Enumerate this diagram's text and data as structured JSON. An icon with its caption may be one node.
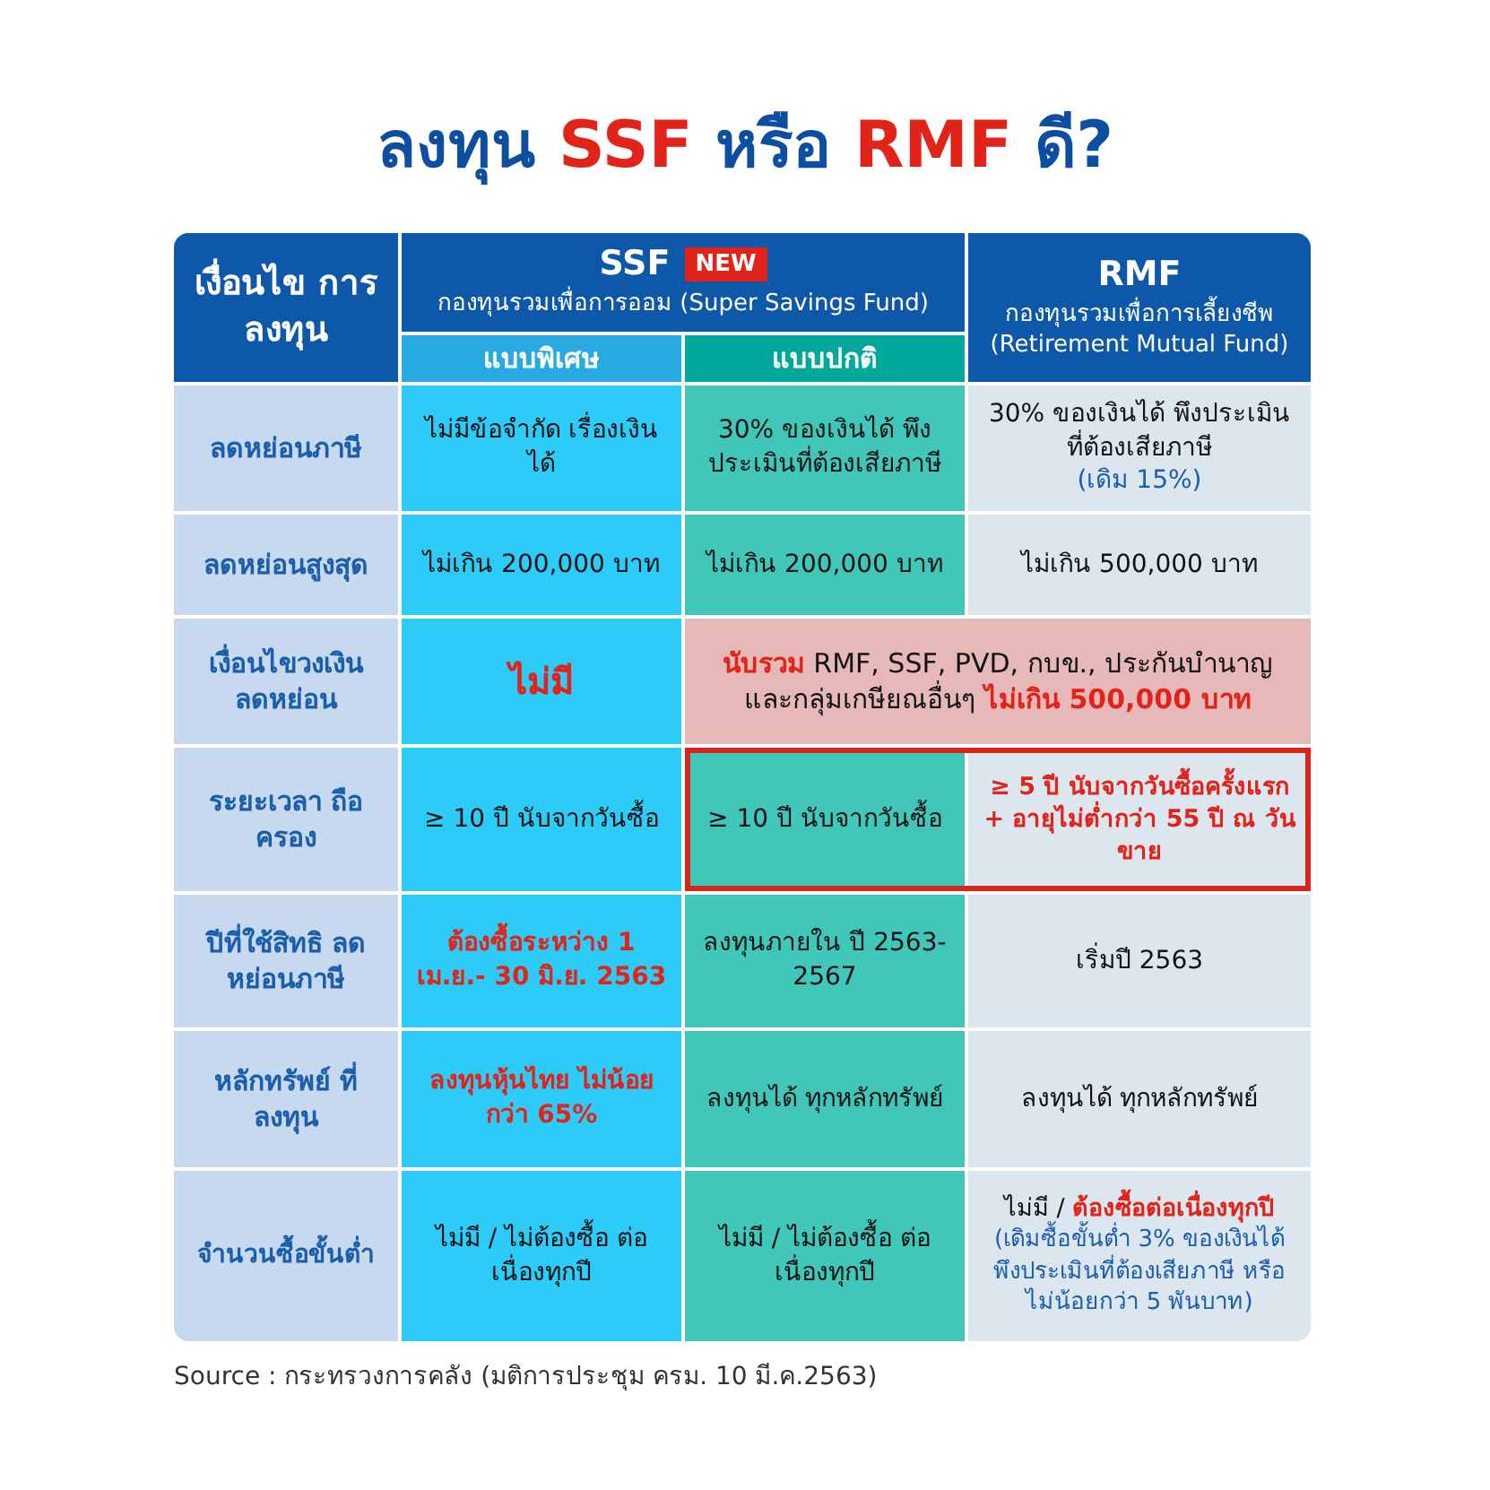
{
  "diagram": {
    "title": "ลงทุน **SSF** หรือ **RMF** ดี?",
    "caption": "Source : กระทรวงการคลัง (มติการประชุม ครม. 10 มี.ค.2563)",
    "labels": [
      "เงื่อนไข การลงทุน",
      "SSF",
      "NEW",
      "กองทุนรวมเพื่อการออม (Super Savings Fund)",
      "RMF",
      "กองทุนรวมเพื่อการเลี้ยงชีพ (Retirement Mutual Fund)",
      "แบบพิเศษ",
      "แบบปกติ",
      "ลดหย่อนภาษี",
      "ไม่มีข้อจำกัด เรื่องเงินได้",
      "30% ของเงินได้ พึงประเมินที่ต้องเสียภาษี",
      "30% ของเงินได้ พึงประเมินที่ต้องเสียภาษี",
      "(เดิม 15%)",
      "ลดหย่อนสูงสุด",
      "ไม่เกิน 200,000 บาท",
      "ไม่เกิน 200,000 บาท",
      "ไม่เกิน 500,000 บาท",
      "เงื่อนไขวงเงิน ลดหย่อน",
      "ไม่มี",
      "**นับรวม** RMF, SSF, PVD, กบข., ประกันบำนาญ และกลุ่มเกษียณอื่นๆ **ไม่เกิน 500,000 บาท**",
      "ระยะเวลา ถือครอง",
      "≥ 10 ปี นับจากวันซื้อ",
      "≥ 10 ปี นับจากวันซื้อ",
      "≥ 5 ปี นับจากวันซื้อครั้งแรก + อายุไม่ต่ำกว่า 55 ปี ณ วันขาย",
      "ปีที่ใช้สิทธิ ลดหย่อนภาษี",
      "ต้องซื้อระหว่าง 1 เม.ย.- 30 มิ.ย. 2563",
      "ลงทุนภายใน ปี 2563-2567",
      "เริ่มปี 2563",
      "หลักทรัพย์ ที่ลงทุน",
      "ลงทุนหุ้นไทย ไม่น้อยกว่า 65%",
      "ลงทุนได้ ทุกหลักทรัพย์",
      "ลงทุนได้ ทุกหลักทรัพย์",
      "จำนวนซื้อขั้นต่ำ",
      "ไม่มี / ไม่ต้องซื้อ ต่อเนื่องทุกปี",
      "ไม่มี / ไม่ต้องซื้อ ต่อเนื่องทุกปี",
      "ไม่มี / **ต้องซื้อต่อเนื่องทุกปี**",
      "(เดิมซื้อขั้นต่ำ 3% ของเงินได้ พึงประเมินที่ต้องเสียภาษี หรือ ไม่น้อยกว่า 5 พันบาท)"
    ]
  }
}
